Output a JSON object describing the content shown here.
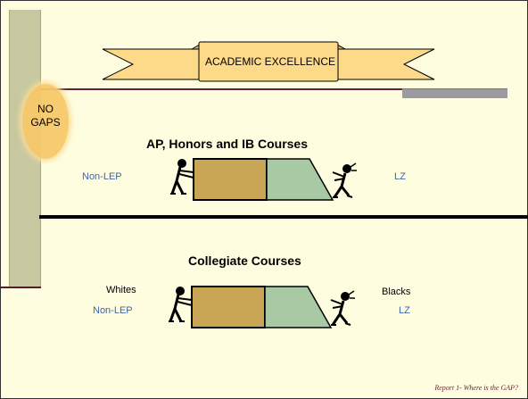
{
  "banner": {
    "title": "ACADEMIC EXCELLENCE"
  },
  "badge": {
    "line1": "NO",
    "line2": "GAPS"
  },
  "section1": {
    "heading": "AP, Honors and IB Courses",
    "left_label": "Non-LEP",
    "right_label": "LZ"
  },
  "section2": {
    "heading": "Collegiate Courses",
    "left_top": "Whites",
    "left_bottom": "Non-LEP",
    "right_top": "Blacks",
    "right_bottom": "LZ"
  },
  "footer": {
    "text": "Report 1- Where is the GAP?"
  },
  "colors": {
    "background": "#fffde0",
    "sidebar": "#c8c8a0",
    "rule": "#6b1f35",
    "banner": "#fdd98a",
    "left_block": "#c9a556",
    "gap_block": "#a9c9a4",
    "label_blue": "#3b66a8"
  },
  "icons": [
    "ribbon-banner",
    "figure-pushing-icon",
    "figure-pulling-icon"
  ]
}
